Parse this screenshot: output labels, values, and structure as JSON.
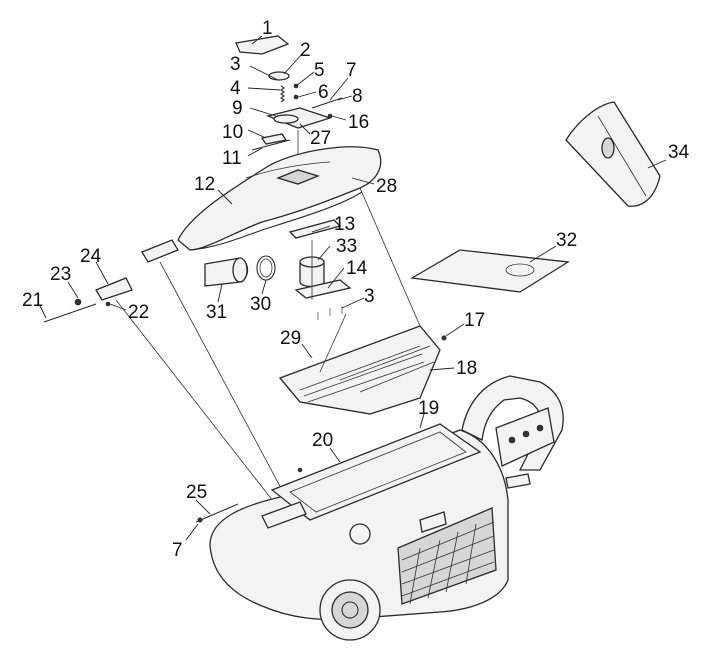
{
  "callouts": [
    {
      "id": "1",
      "label": "1"
    },
    {
      "id": "2",
      "label": "2"
    },
    {
      "id": "3a",
      "label": "3"
    },
    {
      "id": "5",
      "label": "5"
    },
    {
      "id": "7a",
      "label": "7"
    },
    {
      "id": "4",
      "label": "4"
    },
    {
      "id": "6",
      "label": "6"
    },
    {
      "id": "8",
      "label": "8"
    },
    {
      "id": "9",
      "label": "9"
    },
    {
      "id": "16",
      "label": "16"
    },
    {
      "id": "10",
      "label": "10"
    },
    {
      "id": "27",
      "label": "27"
    },
    {
      "id": "11",
      "label": "11"
    },
    {
      "id": "34",
      "label": "34"
    },
    {
      "id": "12",
      "label": "12"
    },
    {
      "id": "28",
      "label": "28"
    },
    {
      "id": "13",
      "label": "13"
    },
    {
      "id": "33",
      "label": "33"
    },
    {
      "id": "32",
      "label": "32"
    },
    {
      "id": "24",
      "label": "24"
    },
    {
      "id": "14",
      "label": "14"
    },
    {
      "id": "23",
      "label": "23"
    },
    {
      "id": "3b",
      "label": "3"
    },
    {
      "id": "21",
      "label": "21"
    },
    {
      "id": "31",
      "label": "31"
    },
    {
      "id": "30",
      "label": "30"
    },
    {
      "id": "22",
      "label": "22"
    },
    {
      "id": "17",
      "label": "17"
    },
    {
      "id": "29",
      "label": "29"
    },
    {
      "id": "18",
      "label": "18"
    },
    {
      "id": "19",
      "label": "19"
    },
    {
      "id": "20",
      "label": "20"
    },
    {
      "id": "25",
      "label": "25"
    },
    {
      "id": "7b",
      "label": "7"
    }
  ],
  "colors": {
    "ink": "#2a2a2a",
    "fill": "#f3f3f3",
    "shade": "#d6d6d6",
    "background": "#ffffff"
  }
}
